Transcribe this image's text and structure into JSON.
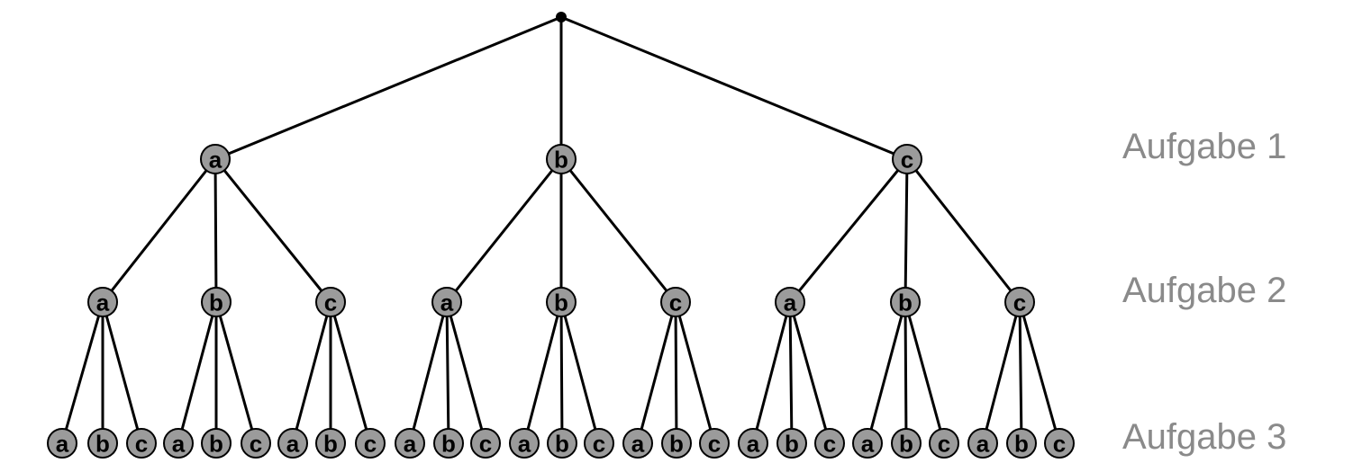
{
  "tree": {
    "branch_labels": [
      "a",
      "b",
      "c"
    ],
    "levels": [
      {
        "label": "Aufgabe 1"
      },
      {
        "label": "Aufgabe 2"
      },
      {
        "label": "Aufgabe 3"
      }
    ]
  },
  "colors": {
    "node_fill": "#9b9b9b",
    "node_stroke": "#000000",
    "edge": "#000000",
    "level_label": "#8a8a8a"
  }
}
